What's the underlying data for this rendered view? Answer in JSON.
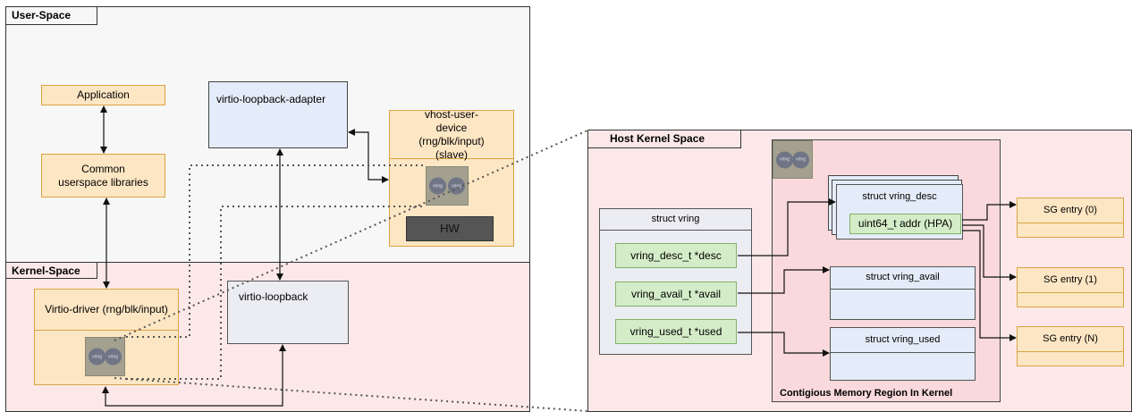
{
  "regions": {
    "user_space": "User-Space",
    "kernel_space": "Kernel-Space",
    "host_kernel_space": "Host Kernel Space",
    "contiguous_region": "Contigious Memory Region In Kernel"
  },
  "boxes": {
    "application": "Application",
    "common_libs": "Common userspace libraries",
    "adapter": "virtio-loopback-adapter",
    "vhost_device": "vhost-user-device (rng/blk/input) (slave)",
    "hw": "HW",
    "virtio_driver": "Virtio-driver (rng/blk/input)",
    "loopback": "virtio-loopback"
  },
  "host": {
    "struct_vring": "struct vring",
    "vring_desc_field": "vring_desc_t *desc",
    "vring_avail_field": "vring_avail_t *avail",
    "vring_used_field": "vring_used_t *used",
    "struct_vring_desc": "struct vring_desc",
    "addr_field": "uint64_t addr (HPA)",
    "struct_vring_avail": "struct vring_avail",
    "struct_vring_used": "struct vring_used",
    "sg0": "SG entry (0)",
    "sg1": "SG entry (1)",
    "sgN": "SG entry (N)"
  },
  "icon_label": "vring",
  "colors": {
    "user_space_bg": "#f7f7f7",
    "kernel_space_bg": "#fce8e8",
    "orange_box": "#fde6c3",
    "blue_box": "#e3ecf8",
    "green_box": "#d4ecc8",
    "hw_box": "#555555"
  }
}
